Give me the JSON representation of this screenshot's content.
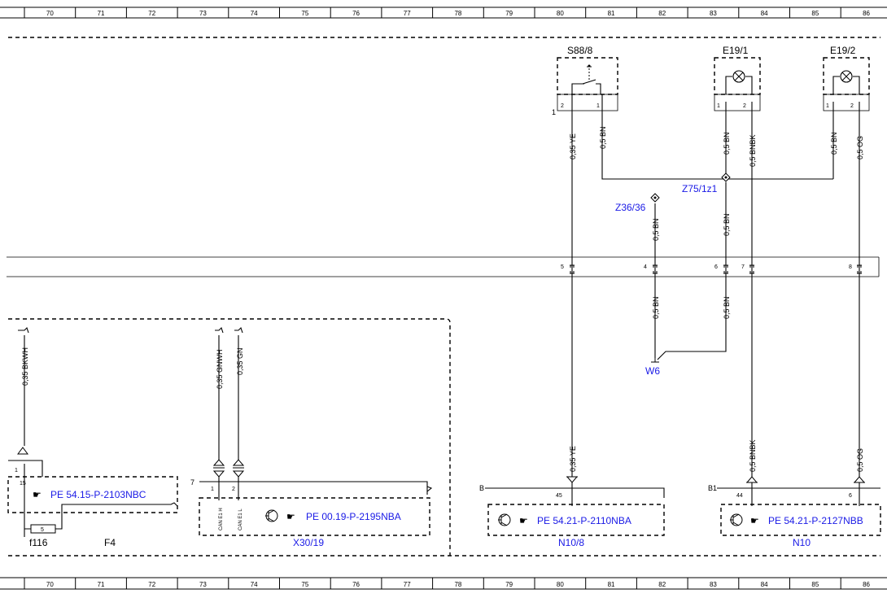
{
  "ruler": {
    "columns": [
      "70",
      "71",
      "72",
      "73",
      "74",
      "75",
      "76",
      "77",
      "78",
      "79",
      "80",
      "81",
      "82",
      "83",
      "84",
      "85",
      "86"
    ]
  },
  "components": {
    "switch": {
      "label": "S88/8",
      "pin_left": "2",
      "pin_right": "1",
      "ground_num": "1"
    },
    "lamp1": {
      "label": "E19/1",
      "pin_left": "1",
      "pin_right": "2"
    },
    "lamp2": {
      "label": "E19/2",
      "pin_left": "1",
      "pin_right": "2"
    }
  },
  "wires": {
    "ye_top": "0,35 YE",
    "bn_s88": "0,5 BN",
    "bn_e191": "0,5 BN",
    "bnbk_e191": "0,5 BNBK",
    "bn_e192": "0,5 BN",
    "og_e192": "0,5 OG",
    "bn_z36_upper": "0,5 BN",
    "bn_z75_lower": "0,5 BN",
    "bn_w6_left": "0,5 BN",
    "bn_w6_right": "0,5 BN",
    "bkwh": "0,35 BKWH",
    "gnwh": "0,35 GNWH",
    "gn": "0,35 GN",
    "ye_bottom": "0,35 YE",
    "bnbk_bottom": "0,5 BNBK",
    "og_bottom": "0,5 OG"
  },
  "splices": {
    "z75": "Z75/1z1",
    "z36": "Z36/36",
    "w6": "W6"
  },
  "connector_bar": {
    "pin5": "5",
    "pin4": "4",
    "pin6": "6",
    "pin7": "7",
    "pin8": "8"
  },
  "modules": {
    "f4": {
      "ref": "PE 54.15-P-2103NBC",
      "label": "F4",
      "fuse_label": "f116",
      "fuse_num": "5",
      "pin_a": "1",
      "pin_b": "15"
    },
    "x30": {
      "ref": "PE 00.19-P-2195NBA",
      "label": "X30/19",
      "conn": "7",
      "pin1": "1",
      "pin2": "2",
      "can_h": "CAN E1 H",
      "can_l": "CAN E1 L"
    },
    "n108": {
      "ref": "PE 54.21-P-2110NBA",
      "label": "N10/8",
      "conn": "B",
      "pin": "45"
    },
    "n10": {
      "ref": "PE 54.21-P-2127NBB",
      "label": "N10",
      "conn": "B1",
      "pin_a": "44",
      "pin_b": "6"
    }
  },
  "icons": {
    "ref": "pointing-hand-icon",
    "transistor": "transistor-icon",
    "lamp": "lamp-icon",
    "switch": "switch-icon",
    "ground": "ground-icon"
  },
  "colors": {
    "link": "#1a1ae6",
    "line": "#000000"
  }
}
